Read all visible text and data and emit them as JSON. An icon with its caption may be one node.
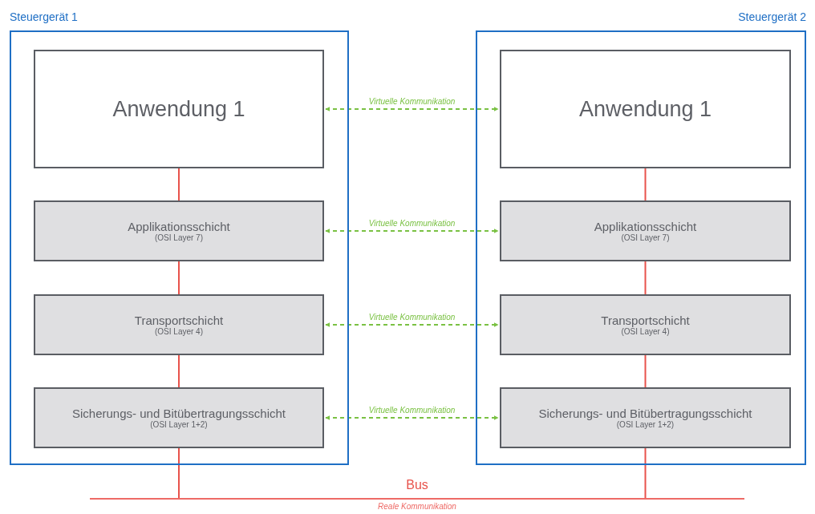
{
  "diagram": {
    "nodes": [
      {
        "text": [
          "Steuergerät 1"
        ]
      },
      {
        "text": [
          "Anwendung 1"
        ],
        "in": 0
      },
      {
        "text": [
          "Applikationsschicht",
          "(OSI Layer 7)"
        ],
        "in": 0
      },
      {
        "text": [
          "Transportschicht",
          "(OSI Layer 4)"
        ],
        "in": 0
      },
      {
        "text": [
          "Sicherungs- und Bitübertragungsschicht",
          "(OSI Layer 1+2)"
        ],
        "in": 0
      },
      {
        "text": [
          "Steuergerät 2"
        ]
      },
      {
        "text": [
          "Anwendung 1"
        ],
        "in": 5
      },
      {
        "text": [
          "Applikationsschicht",
          "(OSI Layer 7)"
        ],
        "in": 5
      },
      {
        "text": [
          "Transportschicht",
          "(OSI Layer 4)"
        ],
        "in": 5
      },
      {
        "text": [
          "Sicherungs- und Bitübertragungsschicht",
          "(OSI Layer 1+2)"
        ],
        "in": 5
      },
      {
        "text": [
          "Bus"
        ],
        "beside": [
          "Reale Kommunikation"
        ]
      }
    ],
    "edges": [
      {
        "from": 1,
        "to": 6,
        "arrow": "both",
        "label": "Virtuelle Kommunikation",
        "style": "dashed",
        "color": "#7ac143"
      },
      {
        "from": 2,
        "to": 7,
        "arrow": "both",
        "label": "Virtuelle Kommunikation",
        "style": "dashed",
        "color": "#7ac143"
      },
      {
        "from": 3,
        "to": 8,
        "arrow": "both",
        "label": "Virtuelle Kommunikation",
        "style": "dashed",
        "color": "#7ac143"
      },
      {
        "from": 4,
        "to": 9,
        "arrow": "both",
        "label": "Virtuelle Kommunikation",
        "style": "dashed",
        "color": "#7ac143"
      },
      {
        "from": 1,
        "to": 2,
        "arrow": "none",
        "color": "#e8534c"
      },
      {
        "from": 2,
        "to": 3,
        "arrow": "none",
        "color": "#e8534c"
      },
      {
        "from": 3,
        "to": 4,
        "arrow": "none",
        "color": "#e8534c"
      },
      {
        "from": 4,
        "to": 10,
        "arrow": "none",
        "color": "#e8534c"
      },
      {
        "from": 6,
        "to": 7,
        "arrow": "none",
        "color": "#e8534c"
      },
      {
        "from": 7,
        "to": 8,
        "arrow": "none",
        "color": "#e8534c"
      },
      {
        "from": 8,
        "to": 9,
        "arrow": "none",
        "color": "#e8534c"
      },
      {
        "from": 9,
        "to": 10,
        "arrow": "none",
        "color": "#e8534c"
      }
    ]
  }
}
